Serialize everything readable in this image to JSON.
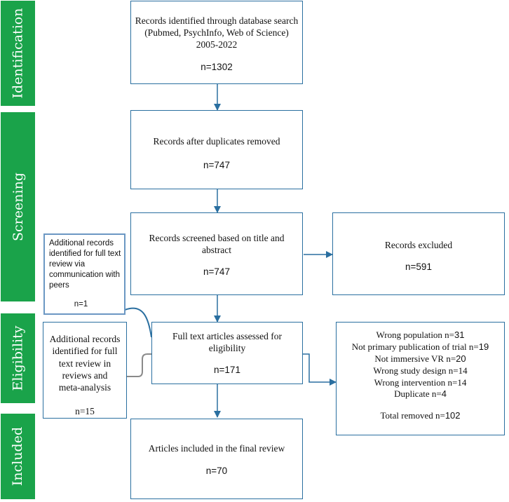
{
  "stages": {
    "identification": "Identification",
    "screening": "Screening",
    "eligibility": "Eligibility",
    "included": "Included"
  },
  "identified": {
    "line1": "Records identified through database search",
    "line2": "(Pubmed, PsychInfo, Web of Science)",
    "line3": "2005-2022",
    "count": "n=1302"
  },
  "deduplicated": {
    "text": "Records after duplicates removed",
    "count": "n=747"
  },
  "screened": {
    "line1": "Records screened based on title and",
    "line2": "abstract",
    "count": "n=747"
  },
  "excluded": {
    "text": "Records excluded",
    "count": "n=591"
  },
  "peers": {
    "line1": "Additional records",
    "line2": "identified for full text",
    "line3": "review via",
    "line4": "communication with",
    "line5": "peers",
    "count": "n=1"
  },
  "reviews": {
    "line1": "Additional records",
    "line2": "identified for full",
    "line3": "text review in",
    "line4": "reviews and",
    "line5": "meta-analysis",
    "count": "n=15"
  },
  "fulltext": {
    "line1": "Full text articles assessed for",
    "line2": "eligibility",
    "count": "n=171"
  },
  "removed": {
    "reasons": [
      {
        "label": "Wrong population n=",
        "n": "31"
      },
      {
        "label": "Not primary publication of trial n=",
        "n": "19"
      },
      {
        "label": "Not immersive VR n=",
        "n": "20"
      },
      {
        "label": "Wrong study design n=",
        "n": "14"
      },
      {
        "label": "Wrong intervention n=",
        "n": "14"
      },
      {
        "label": "Duplicate n=",
        "n": "4"
      }
    ],
    "total_label": "Total removed n=",
    "total": "102"
  },
  "final": {
    "text": "Articles included in the final review",
    "count": "n=70"
  },
  "colors": {
    "stage_green": "#1aa34a",
    "box_border": "#2a6fa0",
    "arrow": "#2a6fa0",
    "gray_connector": "#8a8a8a"
  }
}
